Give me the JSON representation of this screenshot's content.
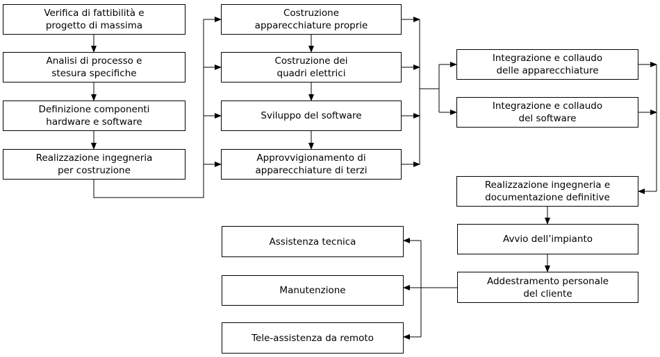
{
  "diagram": {
    "steps": {
      "feasibility": "Verifica di fattibilità e\nprogetto di massima",
      "process_analysis": "Analisi di processo e\nstesura specifiche",
      "components": "Definizione componenti\nhardware e software",
      "engineering": "Realizzazione ingegneria\nper costruzione",
      "own_equipment": "Costruzione\napparecchiature proprie",
      "electrical_panels": "Costruzione dei\nquadri elettrici",
      "software_dev": "Sviluppo del software",
      "procurement": "Approvvigionamento di\napparecchiature di terzi",
      "equipment_testing": "Integrazione e collaudo\ndelle apparecchiature",
      "software_testing": "Integrazione e collaudo\ndel software",
      "final_engineering": "Realizzazione ingegneria e\ndocumentazione definitive",
      "startup": "Avvio dell’impianto",
      "training": "Addestramento personale\ndel cliente",
      "tech_support": "Assistenza tecnica",
      "maintenance": "Manutenzione",
      "remote_support": "Tele-assistenza da remoto"
    },
    "line_color": "#000000",
    "box_border_color": "#000000",
    "background_color": "#ffffff"
  }
}
